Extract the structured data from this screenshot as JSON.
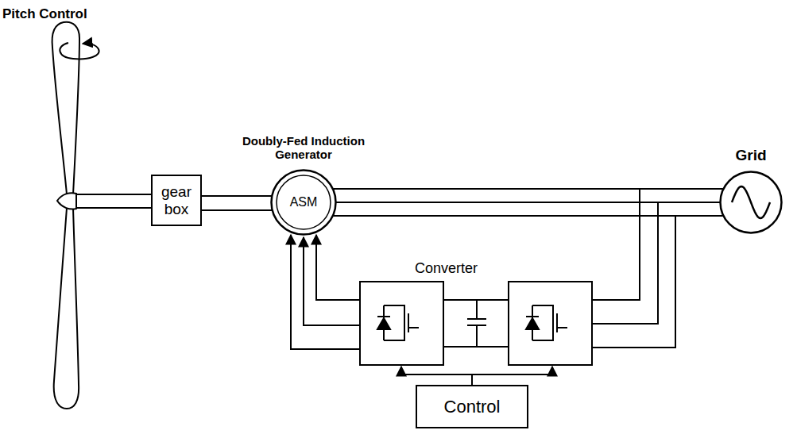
{
  "diagram": {
    "nodes": [
      {
        "text": [
          "gear box"
        ]
      },
      {
        "text": [
          "Doubly-Fed Induction Generator",
          "ASM"
        ]
      },
      {
        "text": [
          "Grid"
        ]
      },
      {
        "text": [
          "Control"
        ]
      }
    ],
    "edges": [
      {
        "from": 0,
        "to": 1,
        "arrow": "none"
      },
      {
        "from": 1,
        "to": 2,
        "arrow": "none"
      }
    ],
    "labels": [
      "Pitch Control",
      "Converter"
    ]
  }
}
